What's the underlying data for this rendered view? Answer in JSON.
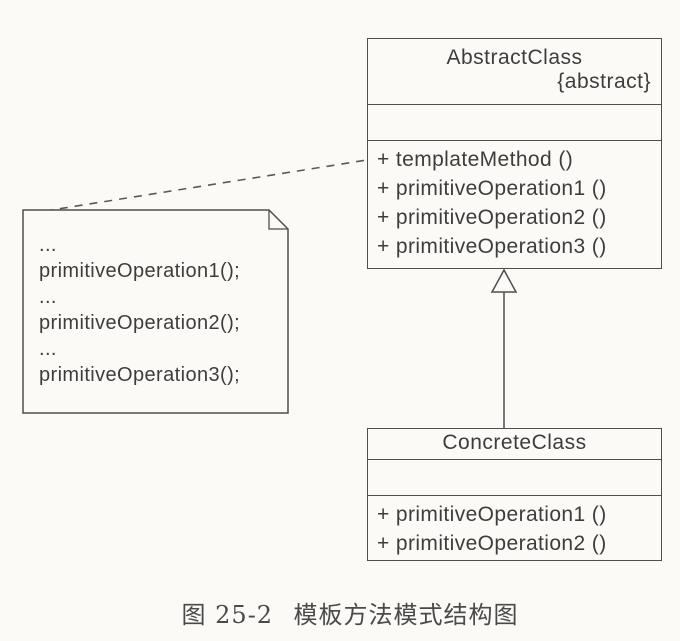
{
  "diagram": {
    "abstract_class": {
      "name": "AbstractClass",
      "stereotype": "{abstract}",
      "attributes": [],
      "methods": [
        "+ templateMethod ()",
        "+ primitiveOperation1 ()",
        "+ primitiveOperation2 ()",
        "+ primitiveOperation3 ()"
      ]
    },
    "concrete_class": {
      "name": "ConcreteClass",
      "attributes": [],
      "methods": [
        "+ primitiveOperation1 ()",
        "+ primitiveOperation2 ()"
      ]
    },
    "note": {
      "lines": [
        "...",
        "primitiveOperation1();",
        "...",
        "primitiveOperation2();",
        "...",
        "primitiveOperation3();"
      ]
    },
    "connectors": [
      {
        "type": "note-anchor",
        "style": "dashed",
        "from": "note",
        "to": "AbstractClass.templateMethod"
      },
      {
        "type": "generalization",
        "style": "solid-hollow-triangle",
        "from": "ConcreteClass",
        "to": "AbstractClass"
      }
    ]
  },
  "caption": {
    "label": "图 25-2",
    "title": "模板方法模式结构图"
  },
  "colors": {
    "background": "#fbfaf7",
    "line": "#4e4e4e",
    "text": "#3d3d3d"
  }
}
